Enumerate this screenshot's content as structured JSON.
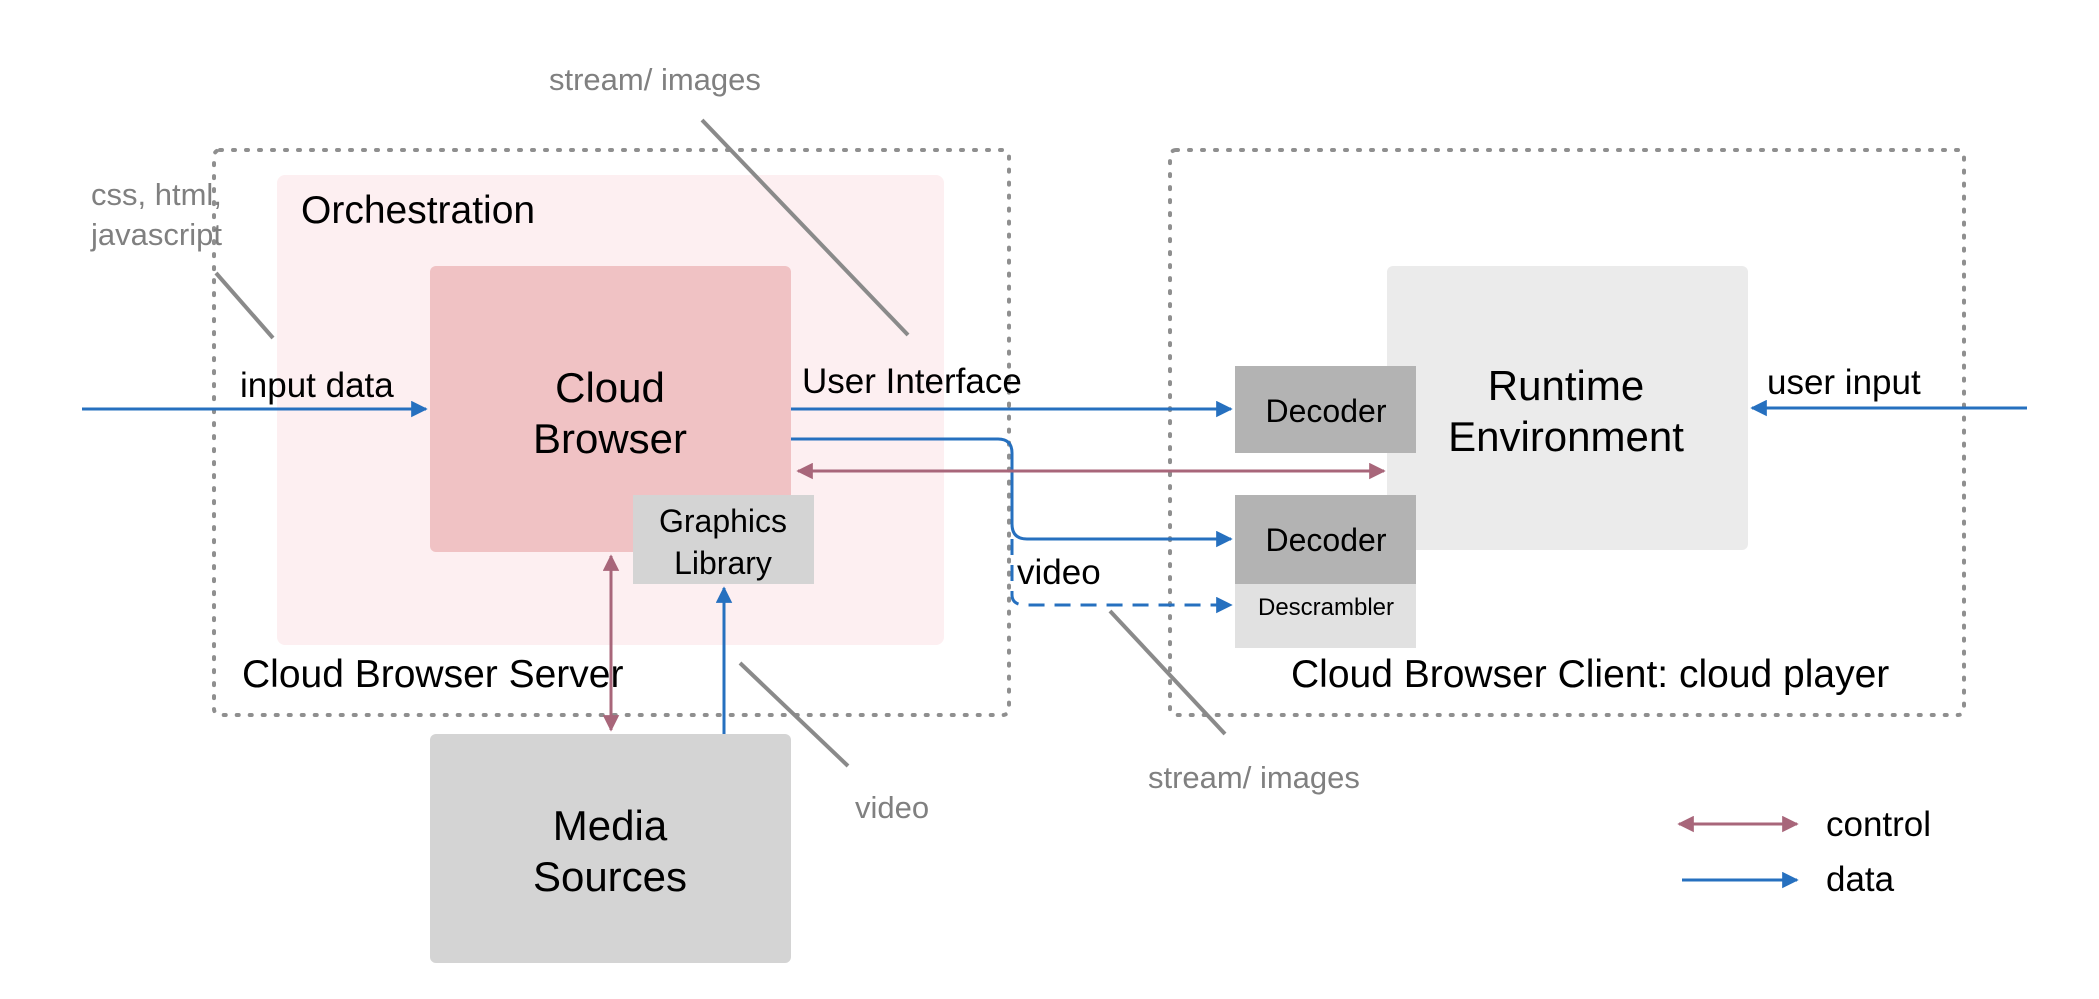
{
  "diagram": {
    "server_group": {
      "label": "Cloud Browser Server"
    },
    "client_group": {
      "label": "Cloud Browser Client: cloud player"
    },
    "orchestration": {
      "label": "Orchestration"
    },
    "cloud_browser": {
      "line1": "Cloud",
      "line2": "Browser"
    },
    "graphics_library": {
      "line1": "Graphics",
      "line2": "Library"
    },
    "media_sources": {
      "line1": "Media",
      "line2": "Sources"
    },
    "runtime_environment": {
      "line1": "Runtime",
      "line2": "Environment"
    },
    "decoder_ui": {
      "label": "Decoder"
    },
    "decoder_video": {
      "label": "Decoder"
    },
    "descrambler": {
      "label": "Descrambler"
    },
    "edge_labels": {
      "input_data": "input data",
      "user_interface": "User Interface",
      "video": "video",
      "user_input": "user input"
    },
    "annotations": {
      "css_html_line1": "css, html,",
      "css_html_line2": "javascript",
      "stream_images_top": "stream/ images",
      "stream_images_bottom": "stream/ images",
      "video_bottom": "video"
    },
    "legend": {
      "control": "control",
      "data": "data"
    },
    "colors": {
      "data_arrow": "#2670bf",
      "control_arrow": "#a8667a",
      "orchestration_fill": "#fdeff1",
      "cloud_browser_fill": "#f0c2c4",
      "graphics_fill": "#d4d4d4",
      "media_fill": "#d4d4d4",
      "decoder_fill": "#b3b3b3",
      "runtime_fill": "#ebebeb",
      "descrambler_fill": "#e1e1e1",
      "annotation_gray": "#808080"
    }
  }
}
